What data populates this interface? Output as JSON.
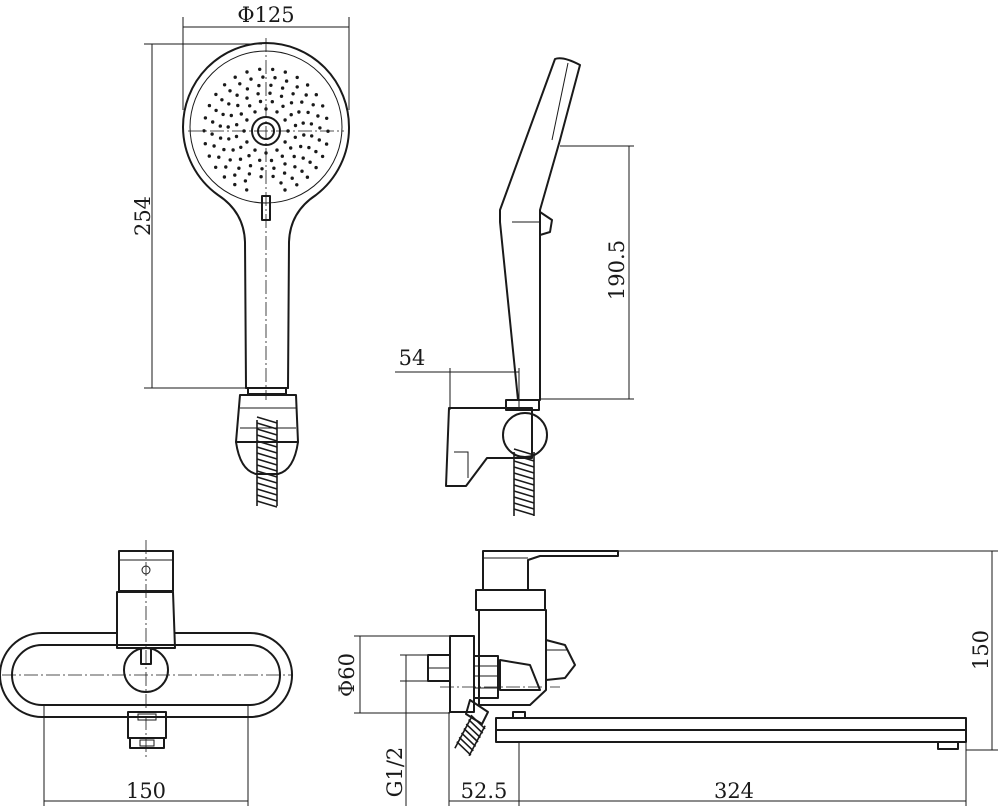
{
  "dimensions": {
    "head_diameter": "Φ125",
    "shower_length": "254",
    "side_height": "190.5",
    "holder_offset": "54",
    "mixer_width": "150",
    "mixer_height": "150",
    "flange_diameter": "Φ60",
    "thread": "G1/2",
    "wall_offset": "52.5",
    "spout_length": "324"
  }
}
